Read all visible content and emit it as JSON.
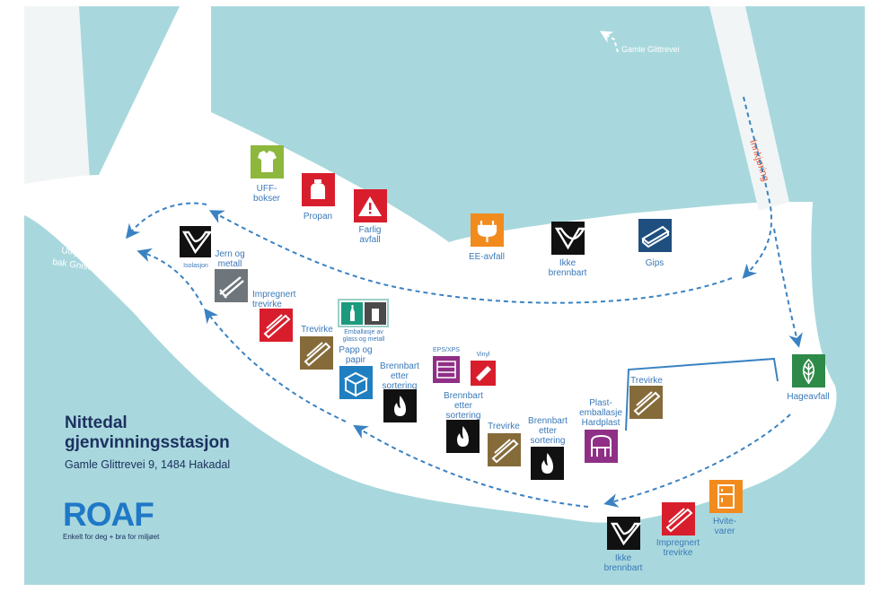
{
  "colors": {
    "water": "#a8d8dd",
    "yard": "#ffffff",
    "road": "#f1f5f6",
    "path": "#3a82c2",
    "entry_label": "#e8583a",
    "green": "#8db73d",
    "red": "#d81e2c",
    "orange": "#f28b1d",
    "black": "#111111",
    "navy": "#1f4f7f",
    "grey": "#6e767b",
    "brown": "#866b3a",
    "blue": "#1f7fc0",
    "purple": "#8f2f86",
    "teal": "#1c9a7d",
    "darkgreen": "#2e8a48"
  },
  "title": {
    "line1": "Nittedal",
    "line2": "gjenvinningsstasjon",
    "address": "Gamle Glittrevei 9, 1484 Hakadal"
  },
  "logo": {
    "brand": "ROAF",
    "tagline": "Enkelt for deg + bra for miljøet"
  },
  "roads": {
    "gamle_glittrevei": "Gamle Glittrevei",
    "innkjoring": "Innkjøring",
    "utkjoring_line1": "Utkjøring",
    "utkjoring_line2": "bak Gnisten"
  },
  "stations": {
    "uff": {
      "line1": "UFF-",
      "line2": "bokser",
      "icon": "tshirt-icon",
      "color": "green"
    },
    "propan": {
      "line1": "Propan",
      "icon": "gas-cylinder-icon",
      "color": "red"
    },
    "farlig": {
      "line1": "Farlig",
      "line2": "avfall",
      "icon": "warning-icon",
      "color": "red"
    },
    "ee": {
      "line1": "EE-avfall",
      "icon": "plug-icon",
      "color": "orange"
    },
    "ikke_top": {
      "line1": "Ikke",
      "line2": "brennbart",
      "icon": "drop-down-icon",
      "color": "black"
    },
    "gips": {
      "line1": "Gips",
      "icon": "board-icon",
      "color": "navy"
    },
    "isolasjon": {
      "line1": "Isolasjon",
      "icon": "drop-down-icon",
      "color": "black"
    },
    "jern": {
      "line1": "Jern og",
      "line2": "metall",
      "icon": "pipe-icon",
      "color": "grey"
    },
    "impregnert_left": {
      "line1": "Impregnert",
      "line2": "trevirke",
      "icon": "wood-icon",
      "color": "red"
    },
    "emballasje": {
      "line1": "Emballasje av",
      "line2": "glass og metall",
      "icon": "bottle-can-icon",
      "color": "teal"
    },
    "trevirke_left": {
      "line1": "Trevirke",
      "icon": "wood-icon",
      "color": "brown"
    },
    "papp": {
      "line1": "Papp og",
      "line2": "papir",
      "icon": "box-icon",
      "color": "blue"
    },
    "brennbart1": {
      "line1": "Brennbart",
      "line2": "etter",
      "line3": "sortering",
      "icon": "flame-icon",
      "color": "black"
    },
    "eps": {
      "line1": "EPS/XPS",
      "icon": "foam-icon",
      "color": "purple"
    },
    "vinyl": {
      "line1": "Vinyl",
      "icon": "roll-icon",
      "color": "red"
    },
    "brennbart2": {
      "line1": "Brennbart",
      "line2": "etter",
      "line3": "sortering",
      "icon": "flame-icon",
      "color": "black"
    },
    "trevirke_mid": {
      "line1": "Trevirke",
      "icon": "wood-icon",
      "color": "brown"
    },
    "brennbart3": {
      "line1": "Brennbart",
      "line2": "etter",
      "line3": "sortering",
      "icon": "flame-icon",
      "color": "black"
    },
    "plast": {
      "line1": "Plast-",
      "line2": "emballasje",
      "line3": "Hardplast",
      "icon": "chair-icon",
      "color": "purple"
    },
    "trevirke_right": {
      "line1": "Trevirke",
      "icon": "wood-icon",
      "color": "brown"
    },
    "hage": {
      "line1": "Hageavfall",
      "icon": "leaf-icon",
      "color": "darkgreen"
    },
    "hvite": {
      "line1": "Hvite-",
      "line2": "varer",
      "icon": "fridge-icon",
      "color": "orange"
    },
    "impregnert_bot": {
      "line1": "Impregnert",
      "line2": "trevirke",
      "icon": "wood-icon",
      "color": "red"
    },
    "ikke_bot": {
      "line1": "Ikke",
      "line2": "brennbart",
      "icon": "drop-down-icon",
      "color": "black"
    }
  }
}
